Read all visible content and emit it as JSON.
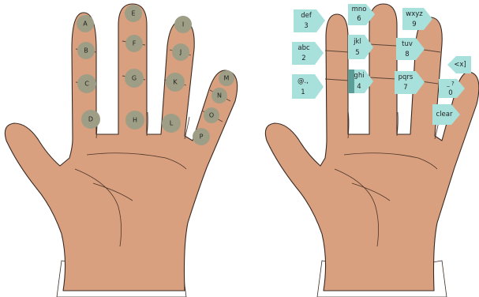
{
  "colors": {
    "skin": "#d9a080",
    "dot": "#9e9e86",
    "key": "#a8e0dc",
    "key_dark": "#5d9d98"
  },
  "left_hand": {
    "letters": [
      "A",
      "B",
      "C",
      "D",
      "E",
      "F",
      "G",
      "H",
      "I",
      "J",
      "K",
      "L",
      "M",
      "N",
      "O",
      "P"
    ]
  },
  "right_hand": {
    "keys": [
      {
        "id": "k-def",
        "line1": "def",
        "line2": "3"
      },
      {
        "id": "k-abc",
        "line1": "abc",
        "line2": "2"
      },
      {
        "id": "k-1",
        "line1": "@.,",
        "line2": "1"
      },
      {
        "id": "k-mno",
        "line1": "mno",
        "line2": "6"
      },
      {
        "id": "k-jkl",
        "line1": "jkl",
        "line2": "5"
      },
      {
        "id": "k-ghi",
        "line1": "ghi",
        "line2": "4"
      },
      {
        "id": "k-wxyz",
        "line1": "wxyz",
        "line2": "9"
      },
      {
        "id": "k-tuv",
        "line1": "tuv",
        "line2": "8"
      },
      {
        "id": "k-pqrs",
        "line1": "pqrs",
        "line2": "7"
      },
      {
        "id": "k-back",
        "line1": "<x]",
        "line2": ""
      },
      {
        "id": "k-0",
        "line1": "_  ?",
        "line2": "0"
      },
      {
        "id": "k-clear",
        "line1": "clear",
        "line2": ""
      }
    ]
  }
}
